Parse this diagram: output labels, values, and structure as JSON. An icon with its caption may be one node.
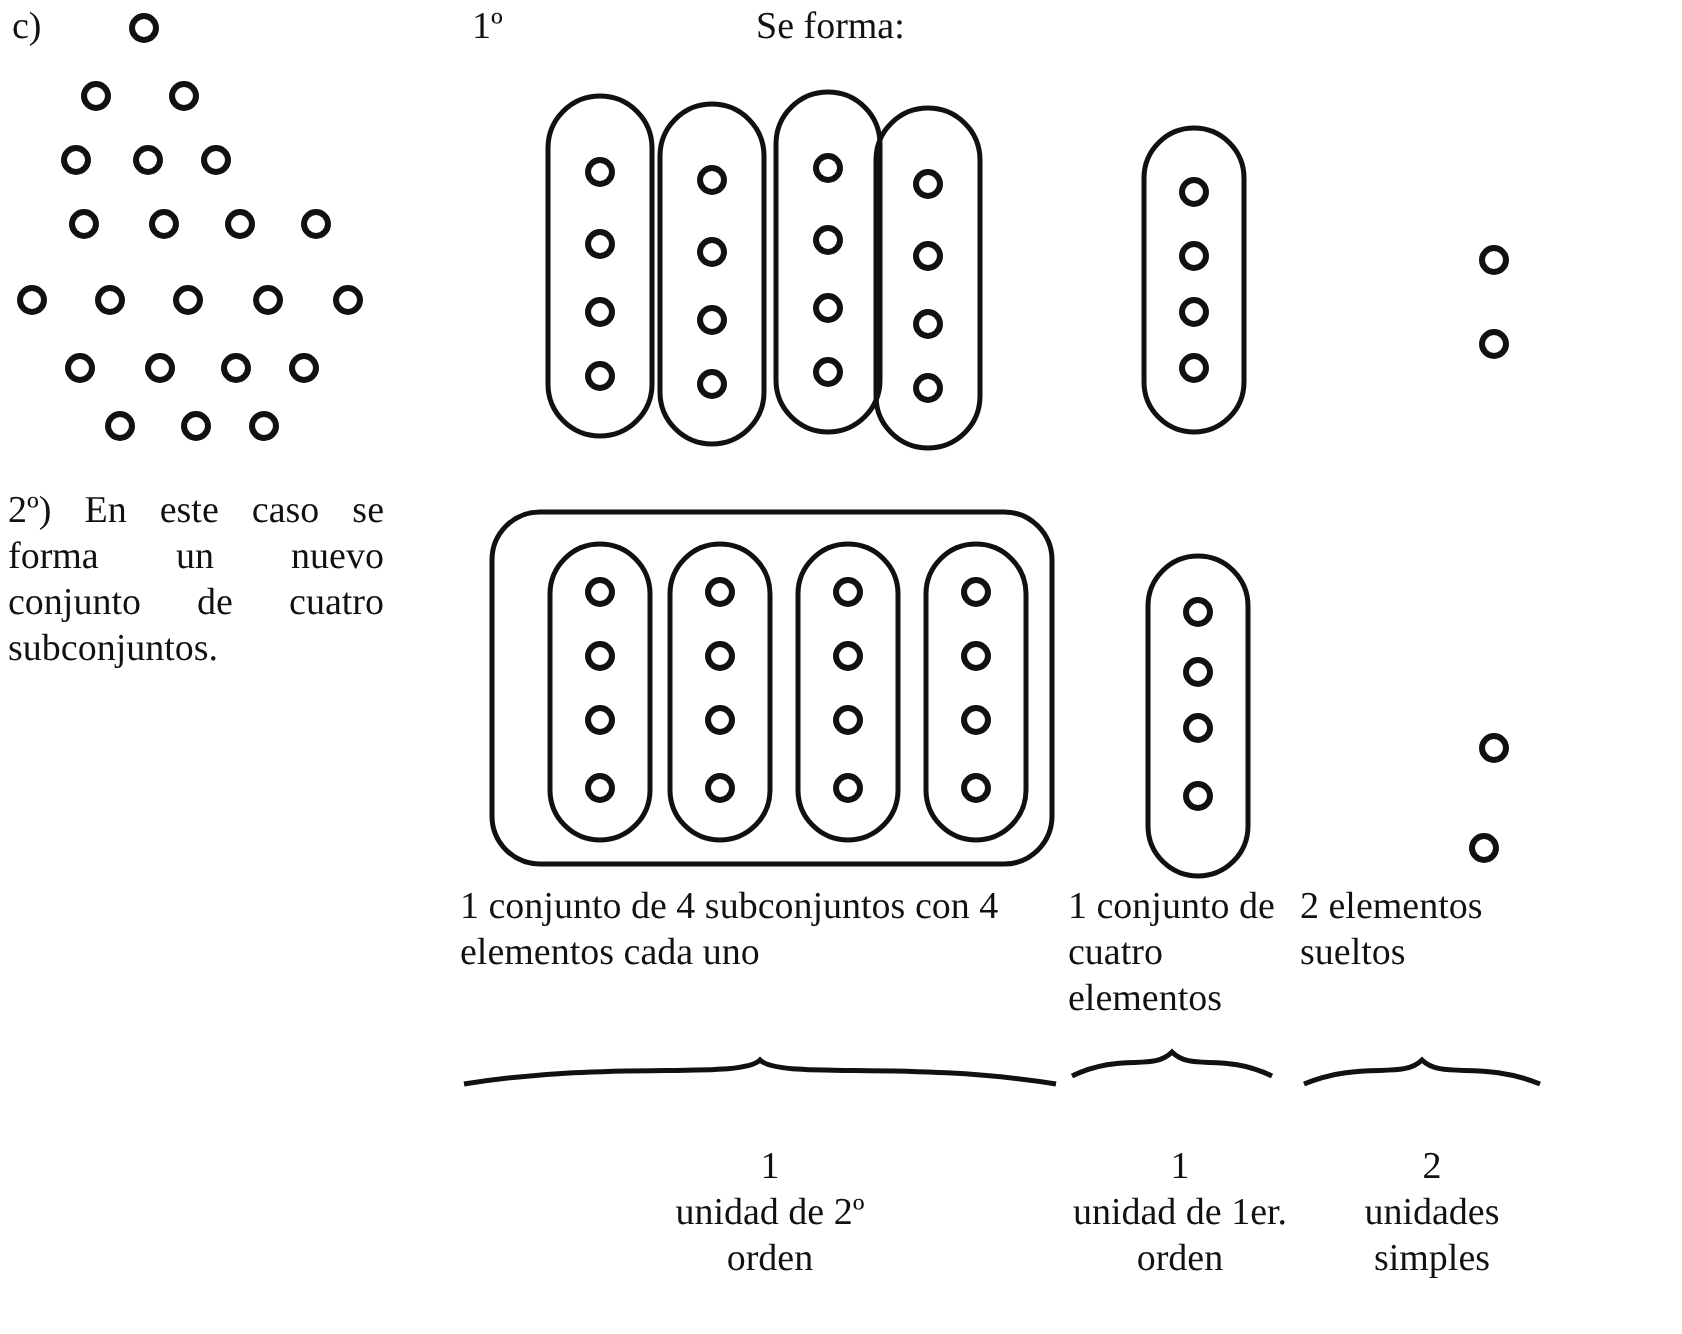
{
  "diagram": {
    "labels": [
      "c)",
      "1º",
      "Se forma:",
      "2º) En este caso se forma un nuevo conjunto de cuatro subconjuntos.",
      "1 conjunto de 4 subconjuntos con 4 elementos cada uno",
      "1 conjunto de cuatro elementos",
      "2 elementos sueltos",
      "1 unidad de 2º orden",
      "1 unidad de 1er. orden",
      "2 unidades simples"
    ]
  }
}
